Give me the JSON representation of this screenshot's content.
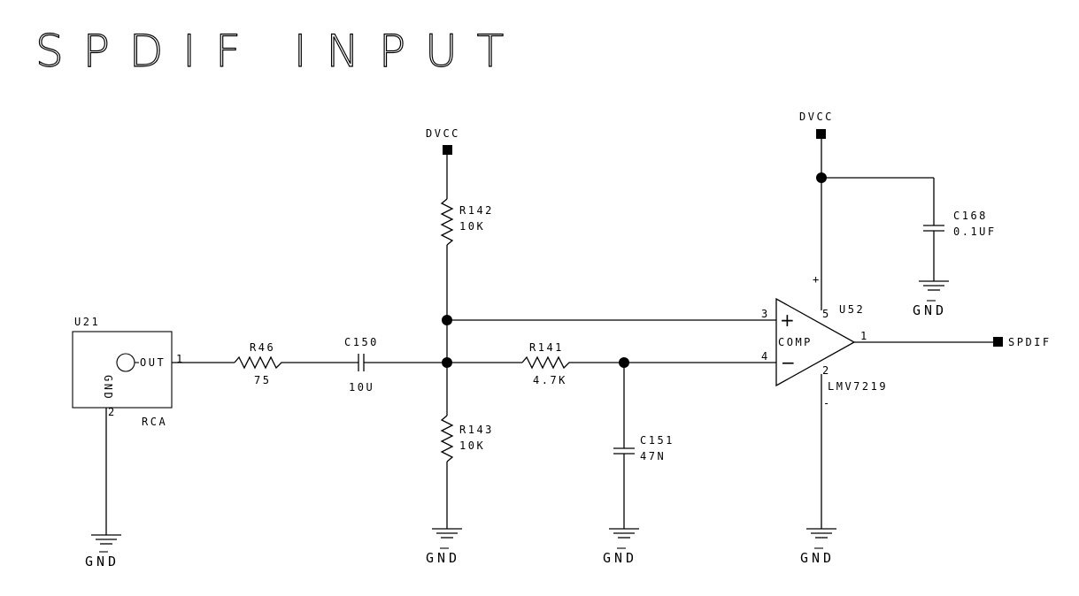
{
  "title": "SPDIF INPUT",
  "power_label": "DVCC",
  "ground_label": "GND",
  "connector": {
    "ref": "U21",
    "type": "RCA",
    "pin_out": "OUT",
    "pin_out_num": "1",
    "pin_gnd": "GND",
    "pin_gnd_num": "2"
  },
  "resistors": {
    "r46": {
      "ref": "R46",
      "value": "75"
    },
    "r142": {
      "ref": "R142",
      "value": "10K"
    },
    "r143": {
      "ref": "R143",
      "value": "10K"
    },
    "r141": {
      "ref": "R141",
      "value": "4.7K"
    }
  },
  "capacitors": {
    "c150": {
      "ref": "C150",
      "value": "10U"
    },
    "c151": {
      "ref": "C151",
      "value": "47N"
    },
    "c168": {
      "ref": "C168",
      "value": "0.1UF"
    }
  },
  "comparator": {
    "ref": "U52",
    "part": "LMV7219",
    "label": "COMP",
    "pin_plus": "3",
    "pin_minus": "4",
    "pin_out": "1",
    "pin_vcc": "5",
    "pin_gnd": "2",
    "supply_plus": "+",
    "supply_minus": "-"
  },
  "output_net": "SPDIF"
}
